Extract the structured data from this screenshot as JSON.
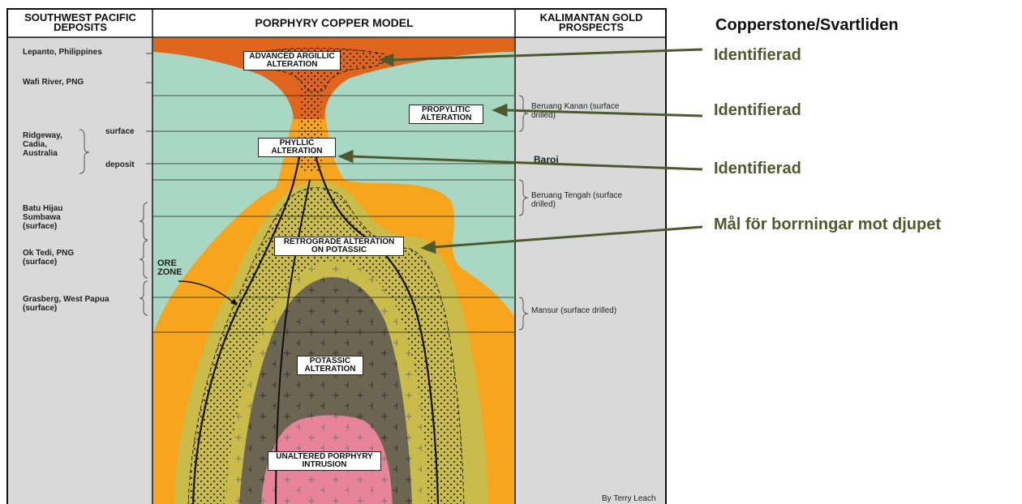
{
  "diagram": {
    "left_header": "SOUTHWEST PACIFIC DEPOSITS",
    "center_header": "PORPHYRY COPPER MODEL",
    "right_header": "KALIMANTAN GOLD PROSPECTS",
    "left_labels": {
      "lepanto": "Lepanto, Philippines",
      "wafi": "Wafi River, PNG",
      "ridgeway": "Ridgeway, Cadia, Australia",
      "surface": "surface",
      "deposit": "deposit",
      "batu": "Batu Hijau Sumbawa (surface)",
      "oktedi": "Ok Tedi, PNG (surface)",
      "grasberg": "Grasberg, West Papua (surface)"
    },
    "zone_labels": {
      "advanced_argillic": "ADVANCED ARGILLIC ALTERATION",
      "propylitic": "PROPYLITIC ALTERATION",
      "phyllic": "PHYLLIC ALTERATION",
      "retrograde": "RETROGRADE ALTERATION ON POTASSIC",
      "potassic": "POTASSIC ALTERATION",
      "unaltered": "UNALTERED PORPHYRY INTRUSION",
      "ore_zone": "ORE ZONE"
    },
    "right_labels": {
      "beruang_kanan": "Beruang Kanan (surface drilled)",
      "baroi": "Baroi",
      "beruang_tengah": "Beruang Tengah (surface drilled)",
      "mansur": "Mansur (surface drilled)"
    },
    "credit": "By Terry Leach"
  },
  "annotations": {
    "title": "Copperstone/Svartliden",
    "status_1": "Identifierad",
    "status_2": "Identifierad",
    "status_3": "Identifierad",
    "target": "Mål för borrningar mot djupet"
  },
  "colors": {
    "side_panel": "#d9d9d9",
    "background_zone": "#a8d8c4",
    "argillic": "#e0661e",
    "phyllic": "#f7a51c",
    "retrograde": "#c9bc4a",
    "potassic": "#6b6552",
    "unaltered": "#e8849a",
    "arrow": "#4e5a2e"
  }
}
